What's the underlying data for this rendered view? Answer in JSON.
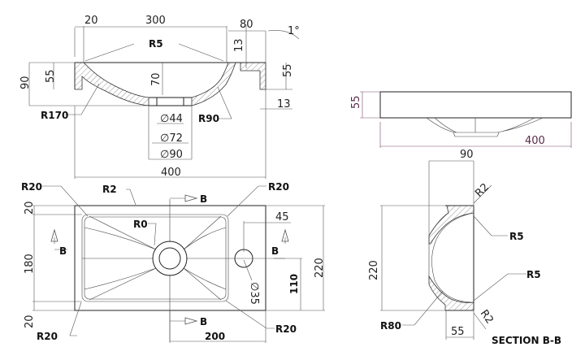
{
  "front_section": {
    "dims": {
      "d20": "20",
      "d300": "300",
      "d80": "80",
      "d13_top": "13",
      "angle": "1°",
      "r5": "R5",
      "d55_left": "55",
      "d90": "90",
      "d70": "70",
      "d55_right": "55",
      "d13_right": "13",
      "r170": "R170",
      "r90": "R90",
      "dia44": "∅44",
      "dia72": "∅72",
      "dia90": "∅90",
      "d400": "400"
    }
  },
  "plan_view": {
    "dims": {
      "r20_tl": "R20",
      "r2": "R2",
      "b_top": "B",
      "r20_tr": "R20",
      "r0": "R0",
      "d45": "45",
      "b_left": "B",
      "b_right": "B",
      "d20_top": "20",
      "d180": "180",
      "d20_bottom": "20",
      "d110": "110",
      "d220": "220",
      "dia35": "∅35",
      "r20_bl": "R20",
      "b_bottom": "B",
      "d200": "200",
      "r20_br": "R20"
    }
  },
  "side_view": {
    "dims": {
      "d55": "55",
      "d400": "400"
    },
    "dim_color": "#5a2a4a"
  },
  "section_bb": {
    "title": "SECTION B-B",
    "dims": {
      "d90": "90",
      "d220": "220",
      "r2_top": "R2",
      "r5_top": "R5",
      "r5_bottom": "R5",
      "r2_bottom": "R2",
      "r80": "R80",
      "d55": "55"
    }
  }
}
